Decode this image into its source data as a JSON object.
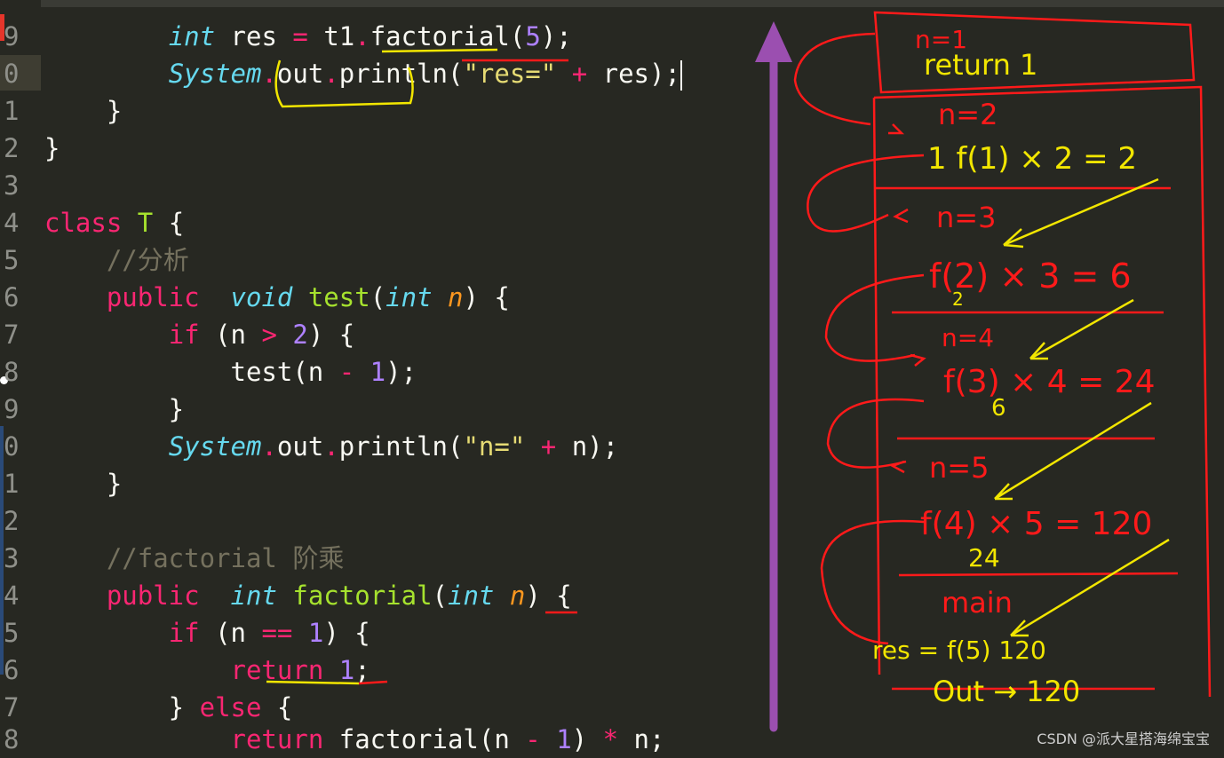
{
  "editor": {
    "lines": [
      {
        "ln": "9",
        "code": "        int res = t1.factorial(5);"
      },
      {
        "ln": "0",
        "code": "        System.out.println(\"res=\" + res);"
      },
      {
        "ln": "1",
        "code": "    }"
      },
      {
        "ln": "2",
        "code": "}"
      },
      {
        "ln": "3",
        "code": ""
      },
      {
        "ln": "4",
        "code": "class T {"
      },
      {
        "ln": "5",
        "code": "    //分析"
      },
      {
        "ln": "6",
        "code": "    public  void test(int n) {"
      },
      {
        "ln": "7",
        "code": "        if (n > 2) {"
      },
      {
        "ln": "8",
        "code": "            test(n - 1);"
      },
      {
        "ln": "9",
        "code": "        }"
      },
      {
        "ln": "0",
        "code": "        System.out.println(\"n=\" + n);"
      },
      {
        "ln": "1",
        "code": "    }"
      },
      {
        "ln": "2",
        "code": ""
      },
      {
        "ln": "3",
        "code": "    //factorial 阶乘"
      },
      {
        "ln": "4",
        "code": "    public  int factorial(int n) {"
      },
      {
        "ln": "5",
        "code": "        if (n == 1) {"
      },
      {
        "ln": "6",
        "code": "            return 1;"
      },
      {
        "ln": "7",
        "code": "        } else {"
      },
      {
        "ln": "8",
        "code": "            return factorial(n - 1) * n;"
      }
    ]
  },
  "annotations": {
    "stack_frames": [
      {
        "top": "n=1",
        "bottom": "return 1"
      },
      {
        "top": "n=2",
        "bottom": "1 f(1) × 2 = 2"
      },
      {
        "top": "n=3",
        "bottom": "f(2) × 3 = 6",
        "note": "2"
      },
      {
        "top": "n=4",
        "bottom": "f(3) × 4 = 24",
        "note": "6"
      },
      {
        "top": "n=5",
        "bottom": "f(4) × 5 = 120",
        "note": "24"
      },
      {
        "top": "main",
        "bottom": "res = f(5) 120"
      },
      {
        "top": "",
        "bottom": "Out → 120"
      }
    ],
    "colors": {
      "frame": "#ff1a1a",
      "values": "#f2e600",
      "stack_arrow": "#9b4fb0"
    }
  },
  "watermark": "CSDN @派大星搭海绵宝宝",
  "theme": {
    "background": "#272822",
    "foreground": "#f8f8f2"
  }
}
